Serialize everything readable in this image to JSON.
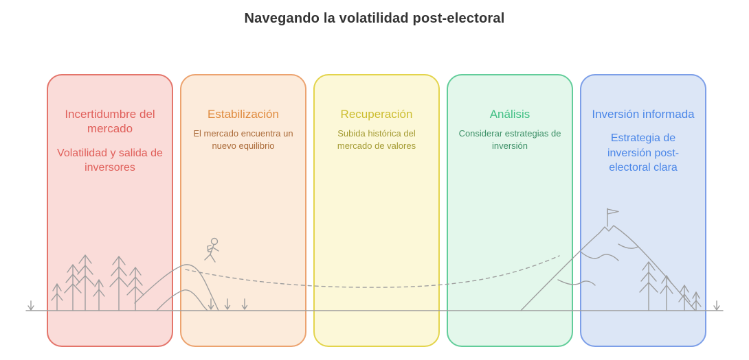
{
  "page": {
    "title": "Navegando la volatilidad post-electoral"
  },
  "stages": [
    {
      "title": "Incertidumbre del mercado",
      "body": "Volatilidad y salida de inversores",
      "colors": {
        "border": "#e4756b",
        "fill": "#fadcd9",
        "title": "#e05f5a",
        "body": "#e05f5a"
      }
    },
    {
      "title": "Estabilización",
      "body": "El mercado encuentra un nuevo equilibrio",
      "colors": {
        "border": "#eca36f",
        "fill": "#fcebdb",
        "title": "#df8a3d",
        "body": "#aa6a38"
      }
    },
    {
      "title": "Recuperación",
      "body": "Subida histórica del mercado de valores",
      "colors": {
        "border": "#e3d44c",
        "fill": "#fcf8d8",
        "title": "#ccbd2f",
        "body": "#a49b33"
      }
    },
    {
      "title": "Análisis",
      "body": "Considerar estrategias de inversión",
      "colors": {
        "border": "#62cd9a",
        "fill": "#e3f7eb",
        "title": "#3fbf83",
        "body": "#3d9067"
      }
    },
    {
      "title": "Inversión informada",
      "body": "Estrategia de inversión post-electoral clara",
      "colors": {
        "border": "#7d9fe8",
        "fill": "#dce6f6",
        "title": "#4a86e8",
        "body": "#4a86e8"
      }
    }
  ],
  "illustration": {
    "stroke_color": "#9e9e9e",
    "icons": [
      "pine-trees-left",
      "hiker",
      "dashed-trail",
      "mountain",
      "flag",
      "pine-trees-right",
      "ground-line"
    ]
  }
}
